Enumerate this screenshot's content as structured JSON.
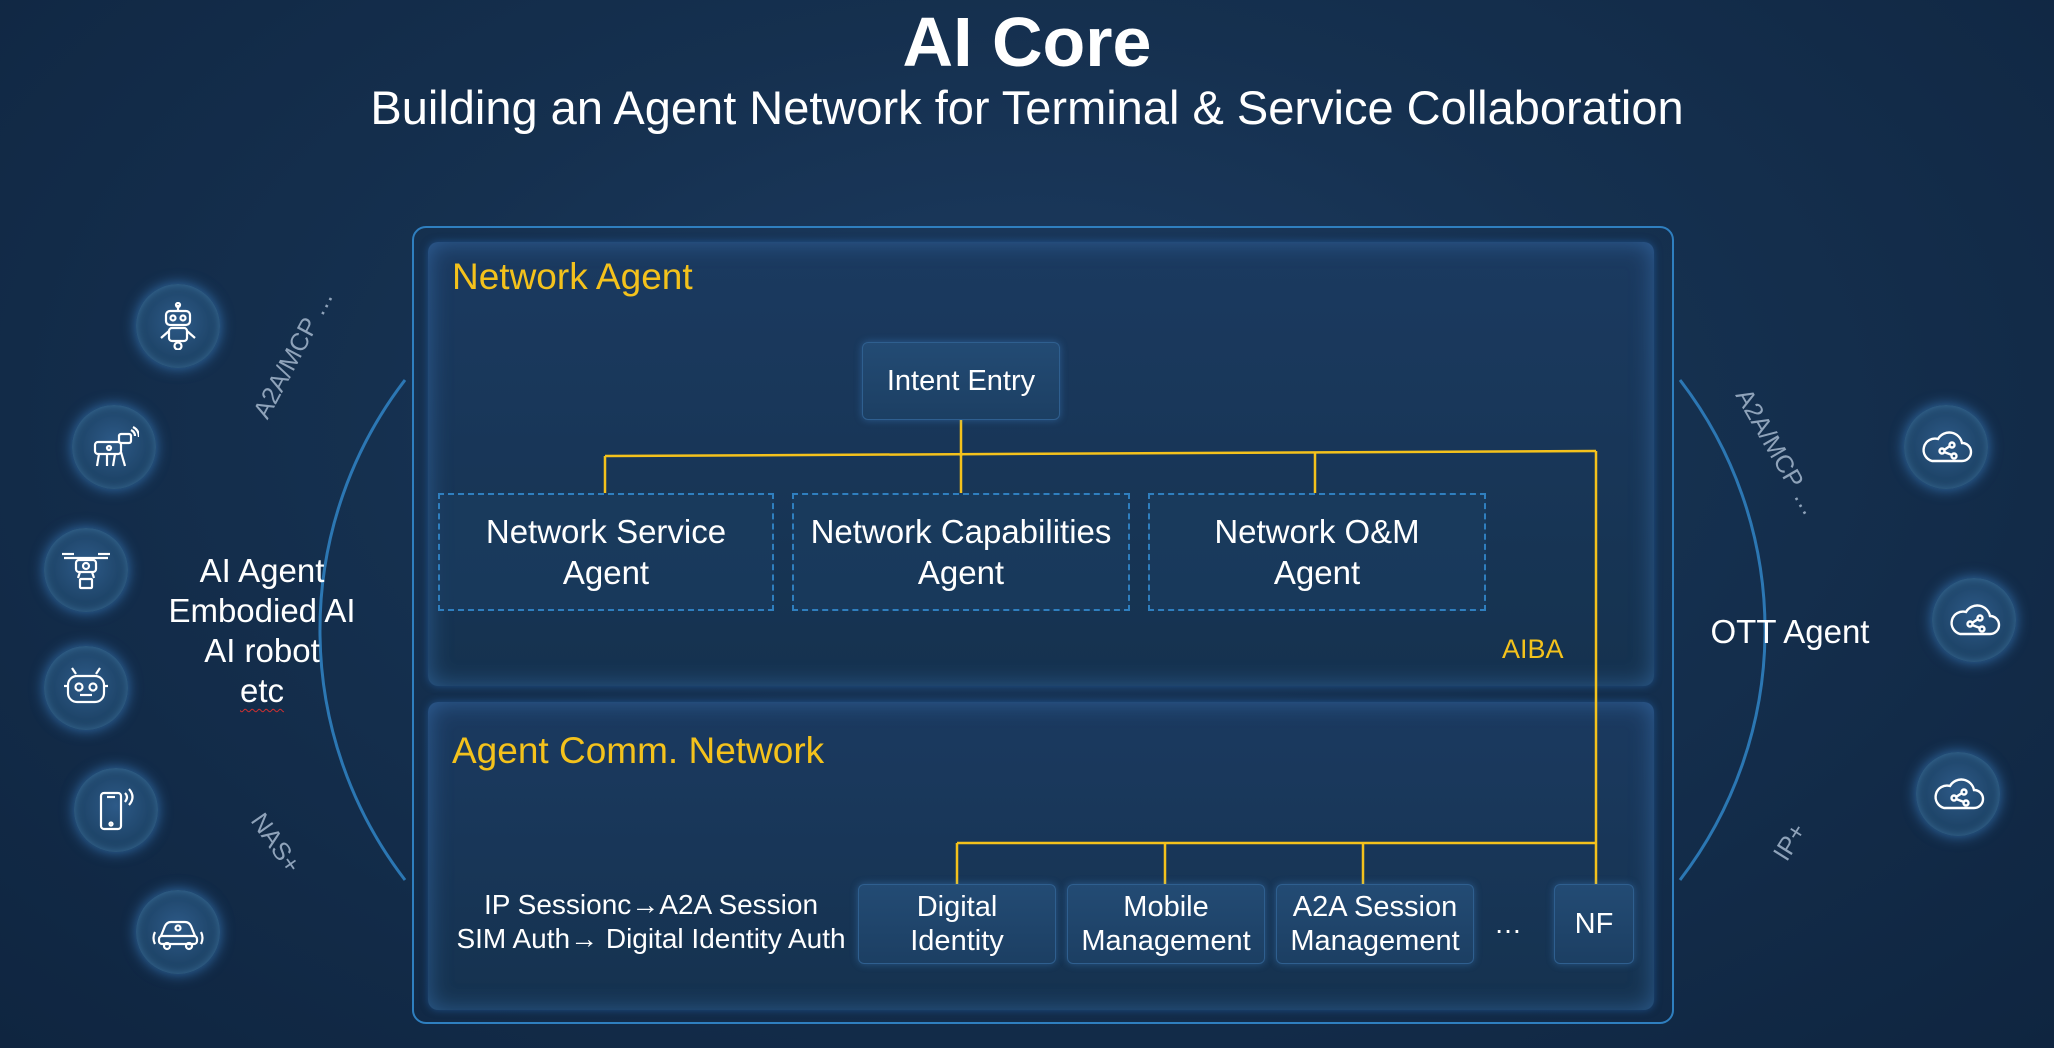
{
  "header": {
    "title": "AI Core",
    "subtitle": "Building an Agent Network for Terminal & Service Collaboration"
  },
  "network_agent": {
    "title": "Network Agent",
    "intent_entry": "Intent Entry",
    "agents": [
      {
        "line1": "Network Service",
        "line2": "Agent"
      },
      {
        "line1": "Network Capabilities",
        "line2": "Agent"
      },
      {
        "line1": "Network O&M",
        "line2": "Agent"
      }
    ],
    "aiba_label": "AIBA"
  },
  "comm_network": {
    "title": "Agent Comm. Network",
    "evolution": {
      "line1": "IP Sessionc→A2A Session",
      "line2": "SIM Auth→ Digital Identity Auth"
    },
    "functions": [
      {
        "line1": "Digital",
        "line2": "Identity"
      },
      {
        "line1": "Mobile",
        "line2": "Management"
      },
      {
        "line1": "A2A Session",
        "line2": "Management"
      }
    ],
    "ellipsis": "…",
    "nf_label": "NF"
  },
  "left_side": {
    "lines": [
      "AI Agent",
      "Embodied AI",
      "AI robot",
      "etc"
    ],
    "arc_top_label": "A2A/MCP …",
    "arc_bottom_label": "NAS+",
    "icons": [
      "robot-icon",
      "robot-dog-icon",
      "drone-icon",
      "robot-head-icon",
      "smartphone-icon",
      "connected-car-icon"
    ]
  },
  "right_side": {
    "label": "OTT Agent",
    "arc_top_label": "A2A/MCP …",
    "arc_bottom_label": "IP+",
    "icons": [
      "cloud-network-icon",
      "cloud-network-icon",
      "cloud-network-icon"
    ]
  },
  "colors": {
    "accent_yellow": "#f4c21c",
    "border_blue": "#2f7fbf",
    "background": "#15304f"
  }
}
